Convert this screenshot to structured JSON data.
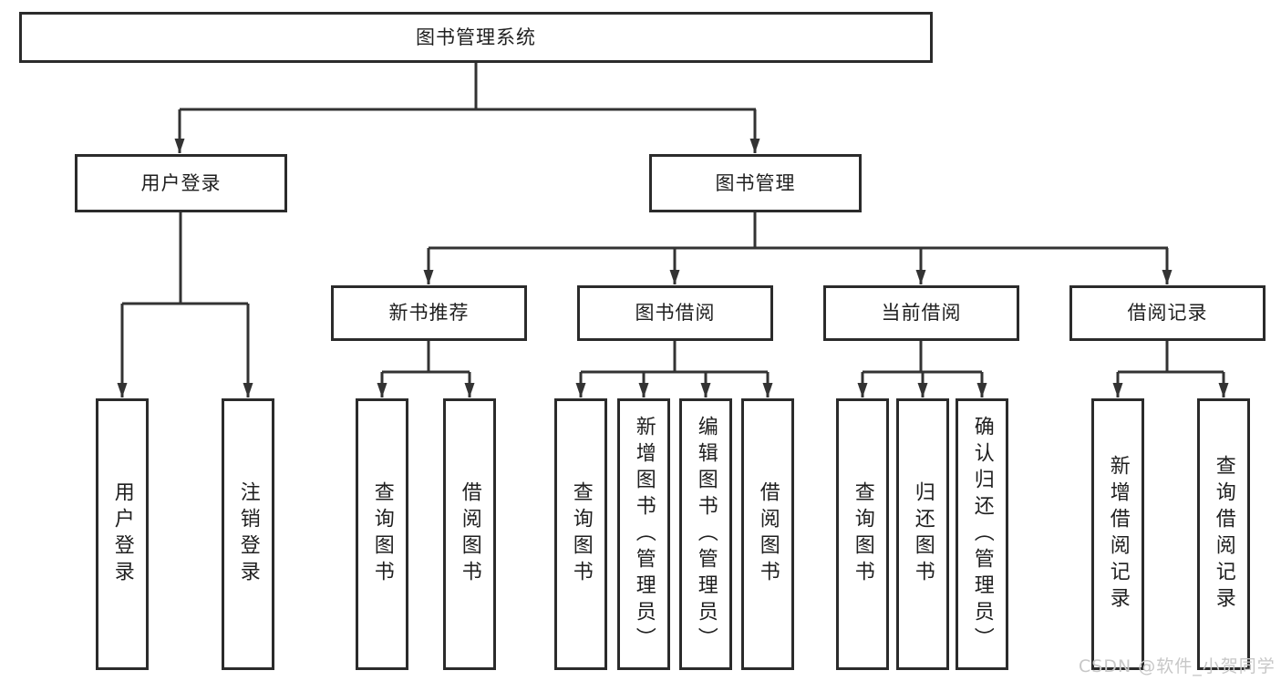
{
  "tree": {
    "label": "图书管理系统",
    "children": [
      {
        "label": "用户登录",
        "children": [
          {
            "label": "用户登录"
          },
          {
            "label": "注销登录"
          }
        ]
      },
      {
        "label": "图书管理",
        "children": [
          {
            "label": "新书推荐",
            "children": [
              {
                "label": "查询图书"
              },
              {
                "label": "借阅图书"
              }
            ]
          },
          {
            "label": "图书借阅",
            "children": [
              {
                "label": "查询图书"
              },
              {
                "label": "新增图书（管理员）"
              },
              {
                "label": "编辑图书（管理员）"
              },
              {
                "label": "借阅图书"
              }
            ]
          },
          {
            "label": "当前借阅",
            "children": [
              {
                "label": "查询图书"
              },
              {
                "label": "归还图书"
              },
              {
                "label": "确认归还（管理员）"
              }
            ]
          },
          {
            "label": "借阅记录",
            "children": [
              {
                "label": "新增借阅记录"
              },
              {
                "label": "查询借阅记录"
              }
            ]
          }
        ]
      }
    ]
  },
  "watermark": {
    "text": "CSDN @软件_小贺同学"
  },
  "colors": {
    "line": "#333333",
    "box_border": "#2b2b2b",
    "text": "#1f1f1f",
    "background": "#ffffff",
    "watermark": "#c7c7c7"
  }
}
